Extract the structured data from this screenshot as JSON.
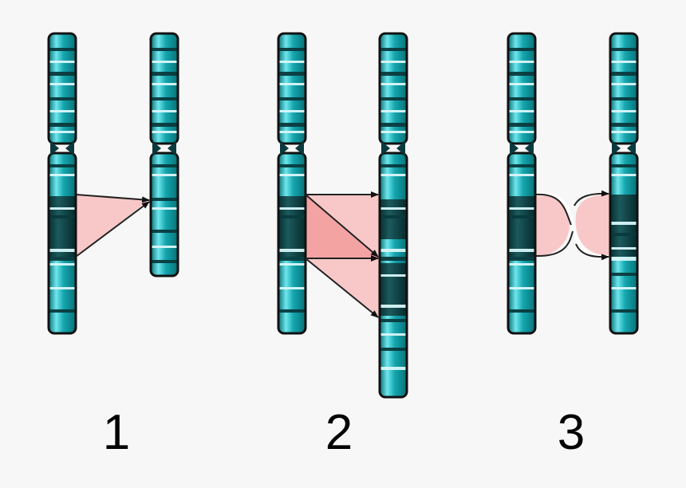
{
  "colors": {
    "background": "#f7f7f7",
    "chromatid_light": "#6fe6ec",
    "chromatid_mid": "#15a6ae",
    "chromatid_dark": "#087278",
    "region_dark": "#0f4a4e",
    "band_dark": "#0a3a3d",
    "band_light": "#d8f7f9",
    "outline": "#111111",
    "transfer_fill": "#f8c8c8",
    "transfer_fill_strong": "#f4a3a3"
  },
  "panels": [
    {
      "id": "1",
      "label": "1",
      "description_icon": "chromosome-pair"
    },
    {
      "id": "2",
      "label": "2",
      "description_icon": "chromosome-pair"
    },
    {
      "id": "3",
      "label": "3",
      "description_icon": "chromosome-pair"
    }
  ]
}
